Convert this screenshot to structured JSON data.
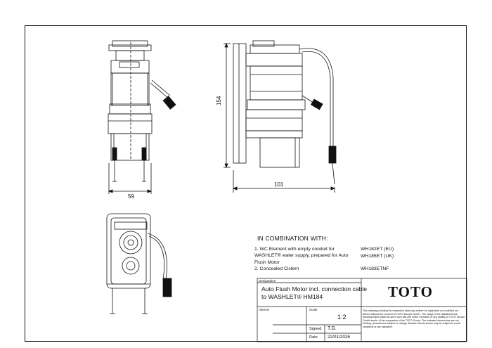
{
  "dimensions": {
    "width_front": "59",
    "height_side": "154",
    "depth_side": "101"
  },
  "combination": {
    "title": "IN COMBINATION WITH:",
    "items": [
      {
        "text": "1. WC Element with empty conduit for WASHLET® water supply, prepared for Auto Flush Motor",
        "codes": [
          "WH182ET  (EU)",
          "WH185ET  (UK)"
        ]
      },
      {
        "text": "2. Concealed Cistern",
        "codes": [
          "WH183ETNF"
        ]
      }
    ]
  },
  "title_block": {
    "designation_label": "Designation",
    "designation": "Auto Flush Motor incl. connection cable to WASHLET® HM184",
    "logo": "TOTO",
    "altered_label": "Altered",
    "scale_label": "Scale",
    "scale": "1:2",
    "signed_label": "Signed",
    "signed": "T.G.",
    "date_label": "Date",
    "date": "22/01/2026",
    "disclaimer": "This drawing including the respective data may neither be duplicated nor modified nor altered without the consent of TOTO Europe GmbH. The usage of the datasheet/real drawings takes place at user's own risk and under exclusion of any liability of TOTO Europe GmbH and/or of the companies of the TOTO-Group. The indicated dimensions are not binding: products are subject to change. Measurements shown may be subject to small variations or are indicative."
  }
}
